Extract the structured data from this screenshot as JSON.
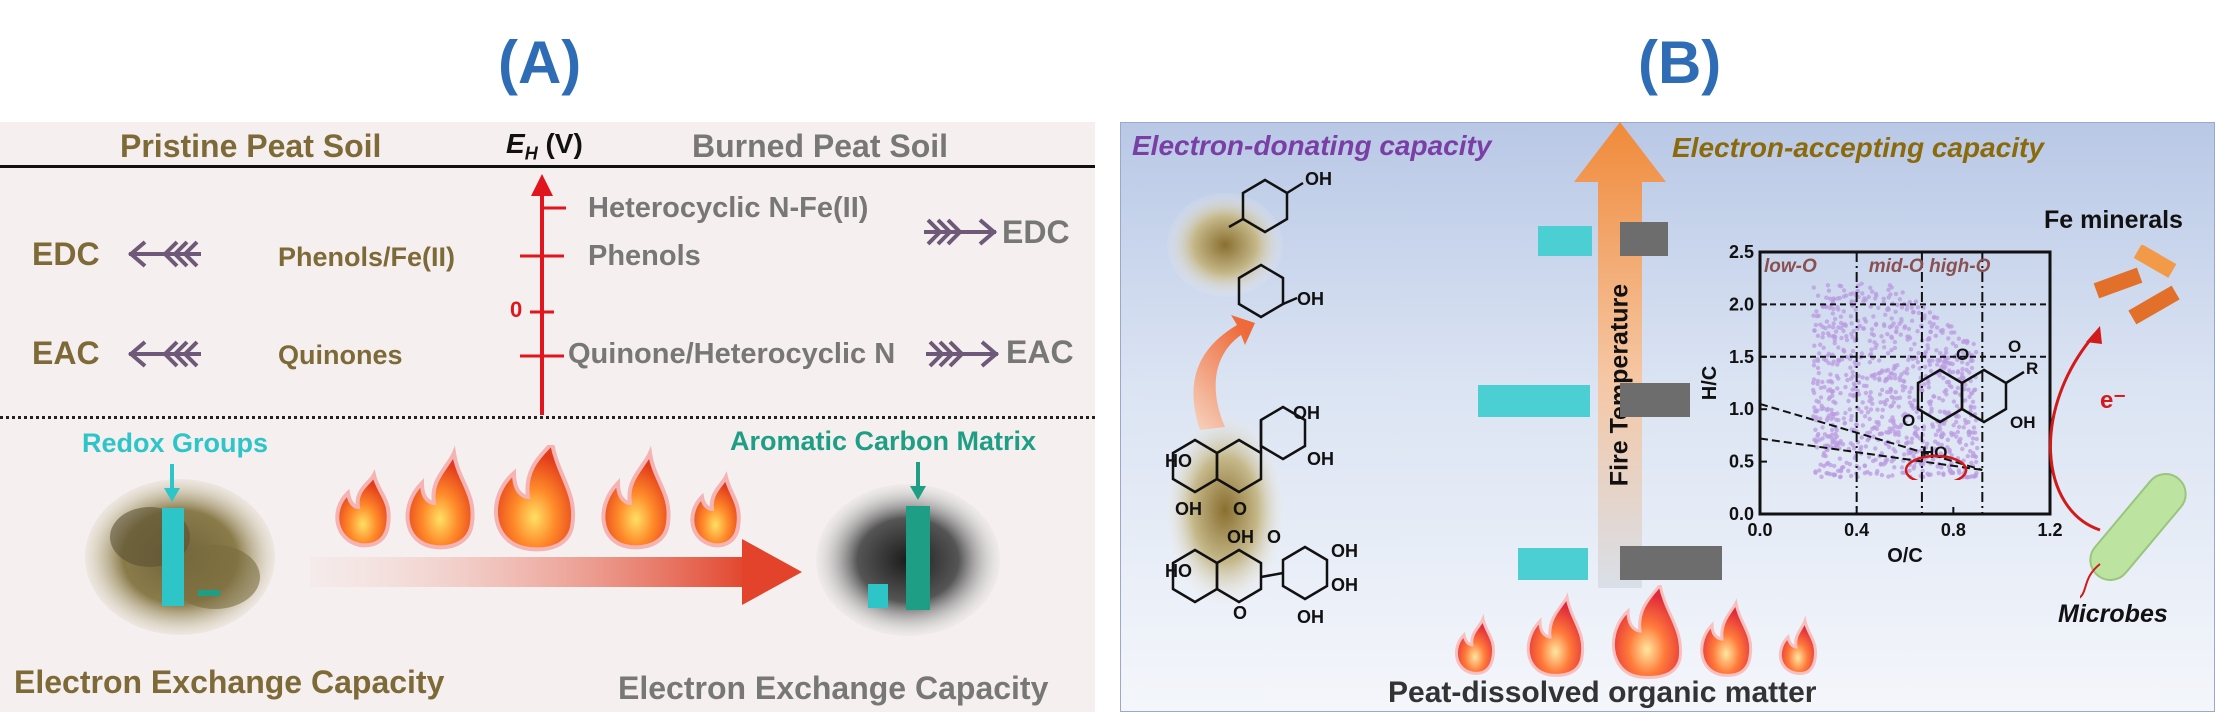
{
  "panel_a": {
    "label": "(A)",
    "left_title": "Pristine Peat Soil",
    "right_title": "Burned Peat Soil",
    "axis_label_main": "E",
    "axis_label_sub": "H",
    "axis_label_unit": "(V)",
    "axis_zero": "0",
    "edc": "EDC",
    "eac": "EAC",
    "groups": {
      "heterocyclic": "Heterocyclic N-Fe(II)",
      "phenols_fe": "Phenols/Fe(II)",
      "phenols": "Phenols",
      "quinones": "Quinones",
      "quinone_heterocyclic": "Quinone/Heterocyclic N"
    },
    "redox_groups": "Redox Groups",
    "aromatic_matrix": "Aromatic Carbon Matrix",
    "left_caption": "Electron Exchange Capacity",
    "right_caption": "Electron Exchange Capacity"
  },
  "panel_b": {
    "label": "(B)",
    "edc_title": "Electron-donating capacity",
    "eac_title": "Electron-accepting capacity",
    "fire_temperature": "Fire Temperature",
    "fe_minerals": "Fe minerals",
    "microbes": "Microbes",
    "electron": "e⁻",
    "bottom_caption": "Peat-dissolved organic matter",
    "chem_labels": {
      "oh": "OH",
      "o": "O",
      "ho": "HO",
      "r": "R"
    }
  },
  "chart_data": {
    "type": "scatter",
    "xlabel": "O/C",
    "ylabel": "H/C",
    "xlim": [
      0.0,
      1.2
    ],
    "ylim": [
      0.0,
      2.5
    ],
    "x_ticks": [
      "0.0",
      "0.4",
      "0.8",
      "1.2"
    ],
    "y_ticks": [
      "0.0",
      "0.5",
      "1.0",
      "1.5",
      "2.0",
      "2.5"
    ],
    "region_labels": [
      "low-O",
      "mid-O",
      "high-O"
    ],
    "point_color": "#b99be0",
    "guides": {
      "vertical": [
        0.4,
        0.67,
        0.92
      ],
      "horizontal": [
        1.5,
        2.0
      ]
    }
  },
  "colors": {
    "header": "#2e6db5",
    "brown": "#7d6a37",
    "teal": "#2ec5c8",
    "green": "#1f9e86",
    "purple": "#7a3fa4",
    "axis_red": "#e0151d"
  }
}
